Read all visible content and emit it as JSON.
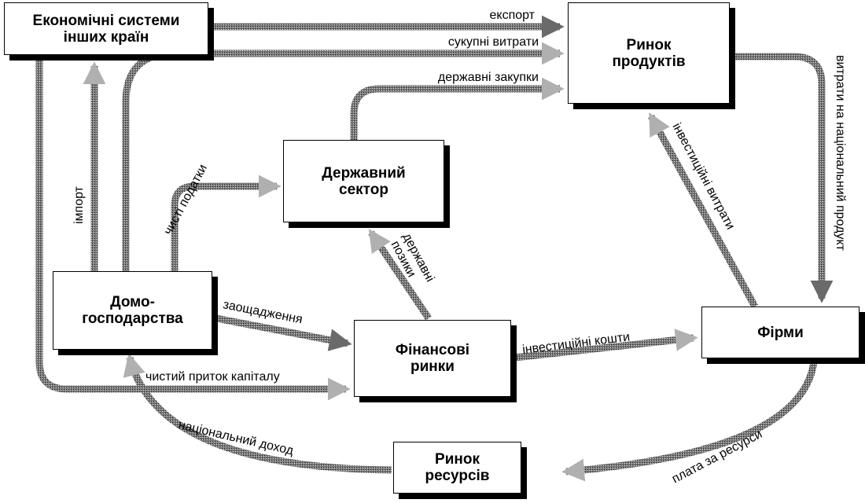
{
  "title": "Кругообіг доходів і витрат у відкритій економіці",
  "colors": {
    "flow_dark": "#555555",
    "flow_light": "#a8a8a8",
    "box_border": "#000000",
    "background": "#ffffff"
  },
  "nodes": {
    "foreign": {
      "line1": "Економічні системи",
      "line2": "інших країн"
    },
    "product_market": {
      "line1": "Ринок",
      "line2": "продуктів"
    },
    "government": {
      "line1": "Державний",
      "line2": "сектор"
    },
    "households": {
      "line1": "Домо-",
      "line2": "господарства"
    },
    "financial_markets": {
      "line1": "Фінансові",
      "line2": "ринки"
    },
    "firms": {
      "line1": "Фірми"
    },
    "resource_market": {
      "line1": "Ринок",
      "line2": "ресурсів"
    }
  },
  "flows": {
    "export": "експорт",
    "aggregate_spending": "сукупні витрати",
    "government_purchases": "державні закупки",
    "spending_on_national_product": "витрати на національний продукт",
    "import": "імпорт",
    "net_taxes": "чисті податки",
    "government_borrowing_1": "державні",
    "government_borrowing_2": "позики",
    "investment_spending": "інвестиційні витрати",
    "savings": "заощадження",
    "investment_funds": "інвестиційні кошти",
    "net_capital_inflow": "чистий приток капіталу",
    "national_income": "національний доход",
    "resource_payments": "плата за ресурси"
  }
}
